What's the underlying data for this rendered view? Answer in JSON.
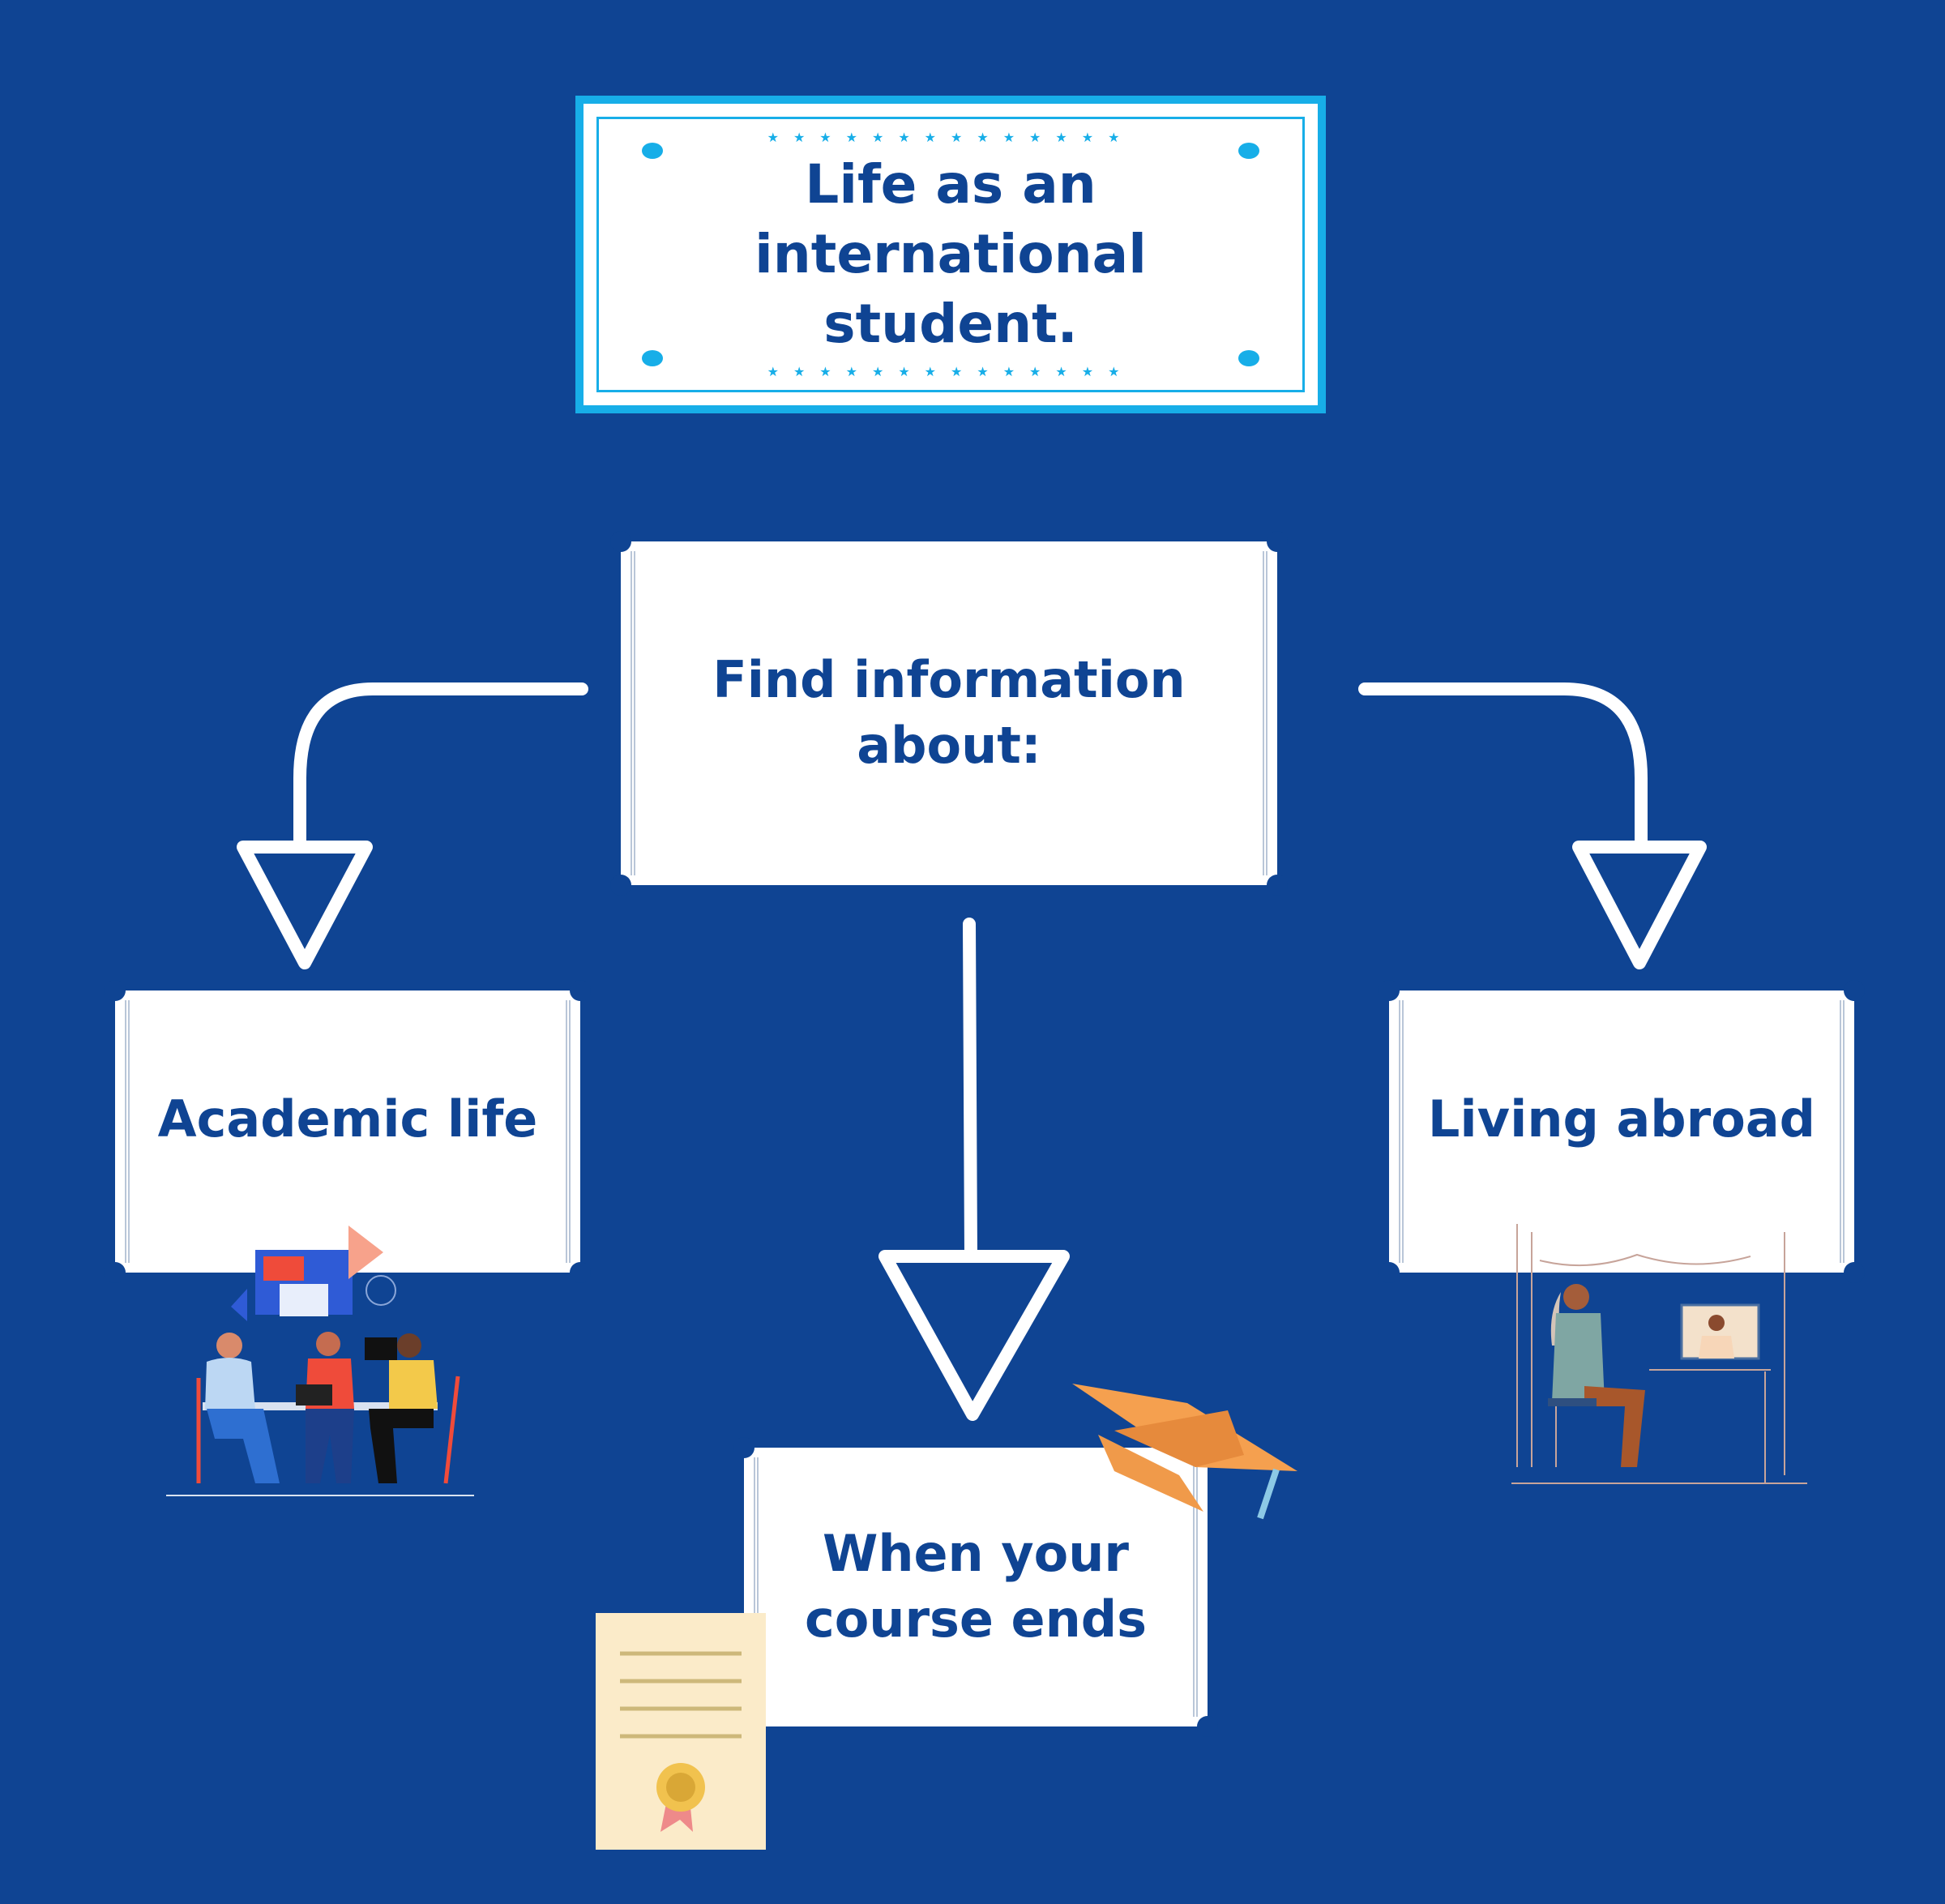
{
  "title": {
    "lines": [
      "Life as an",
      "international",
      "student."
    ]
  },
  "hub": {
    "lines": [
      "Find information",
      "about:"
    ]
  },
  "branches": {
    "academic": {
      "label": "Academic life"
    },
    "course_end": {
      "lines": [
        "When your",
        "course ends"
      ]
    },
    "living": {
      "label": "Living abroad"
    }
  },
  "colors": {
    "background": "#0f4493",
    "card": "#ffffff",
    "text": "#0f4493",
    "title_border": "#17aee8"
  },
  "icons": [
    "students-meeting-illustration",
    "graduation-cap-icon",
    "certificate-icon",
    "video-call-illustration"
  ]
}
